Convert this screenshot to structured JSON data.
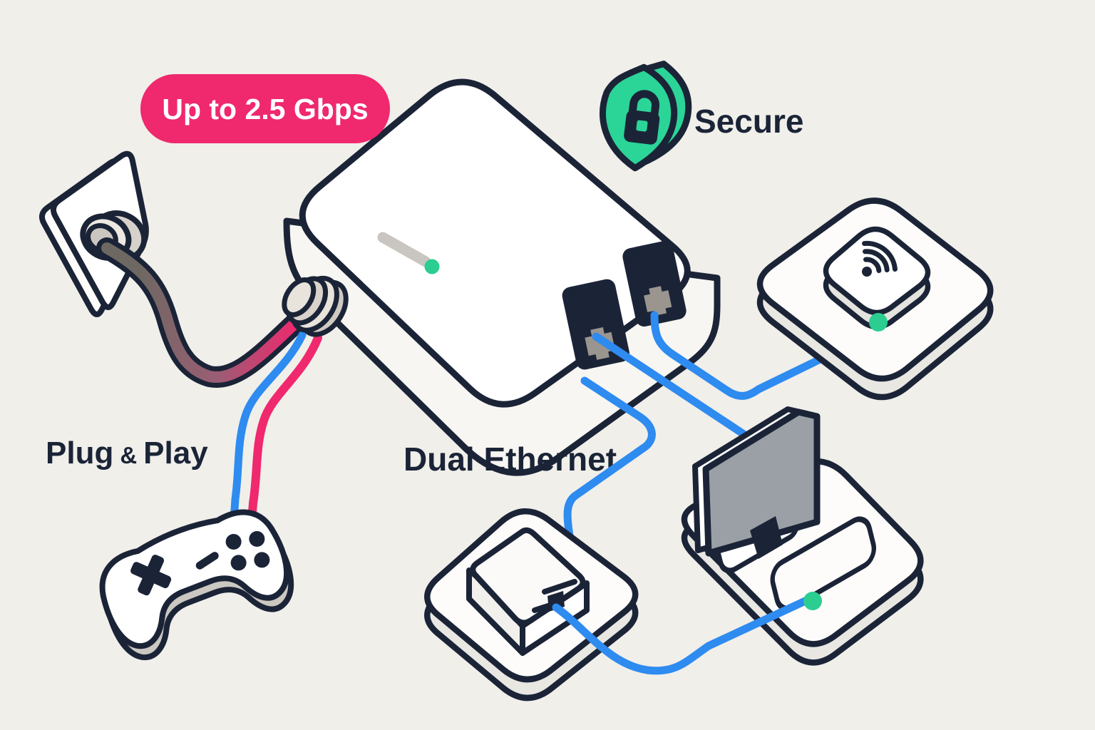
{
  "labels": {
    "speed_badge": "Up to 2.5 Gbps",
    "secure": "Secure",
    "plug": "Plug",
    "ampersand": "&",
    "play": "Play",
    "dual_ethernet": "Dual Ethernet"
  },
  "colors": {
    "background": "#F0EFEA",
    "outline_navy": "#1B2437",
    "pink": "#F0286E",
    "blue": "#2E8BF0",
    "green": "#2BD598",
    "led_green": "#2BCE90",
    "cable_gray": "#6E6862",
    "monitor_gray": "#9BA0A6",
    "platform_side": "#E8E7E2",
    "metal_gray": "#D6D1CA"
  },
  "icons": {
    "shield_lock": "shield-lock-icon",
    "wifi": "wifi-icon",
    "dpad_cross": "dpad-cross-icon",
    "status_led": "status-led",
    "ethernet_port": "rj45-port-icon"
  },
  "scene": {
    "ethernet_port_count": 2,
    "status_dot_count": 3
  }
}
